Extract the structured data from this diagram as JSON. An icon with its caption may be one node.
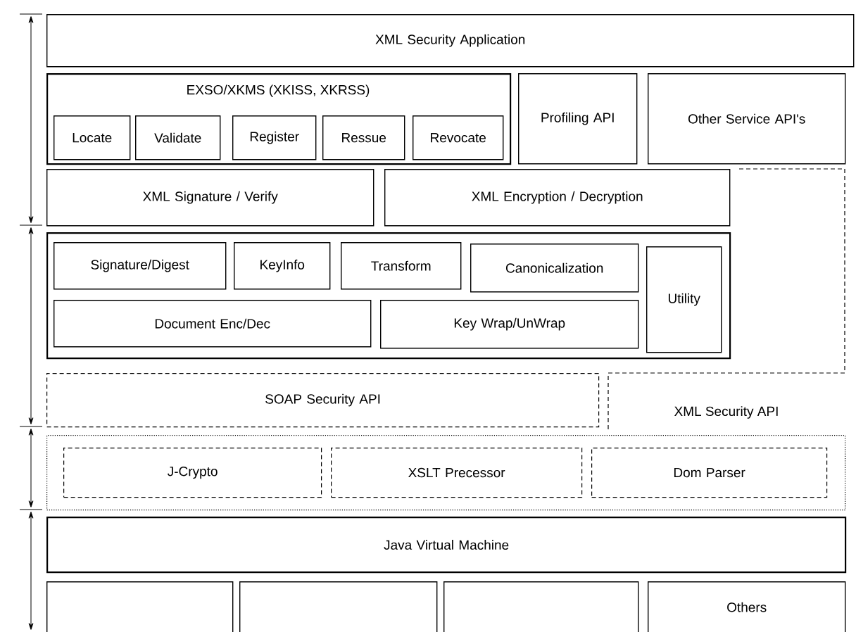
{
  "diagram": {
    "nodes": [
      {
        "text": [
          "XML Security Application"
        ]
      },
      {
        "text": [
          "EXSO/XKMS (XKISS, XKRSS)"
        ]
      },
      {
        "text": [
          "Locate"
        ],
        "in": 1
      },
      {
        "text": [
          "Validate"
        ],
        "in": 1
      },
      {
        "text": [
          "Register"
        ],
        "in": 1
      },
      {
        "text": [
          "Ressue"
        ],
        "in": 1
      },
      {
        "text": [
          "Revocate"
        ],
        "in": 1
      },
      {
        "text": [
          "Profiling API"
        ]
      },
      {
        "text": [
          "Other Service API's"
        ]
      },
      {
        "text": [
          "XML Signature / Verify"
        ]
      },
      {
        "text": [
          "XML Encryption / Decryption"
        ]
      },
      {
        "text": [],
        "shape": "box"
      },
      {
        "text": [
          "Signature/Digest"
        ],
        "in": 11
      },
      {
        "text": [
          "KeyInfo"
        ],
        "in": 11
      },
      {
        "text": [
          "Transform"
        ],
        "in": 11
      },
      {
        "text": [
          "Canonicalization"
        ],
        "in": 11
      },
      {
        "text": [
          "Utility"
        ],
        "in": 11
      },
      {
        "text": [
          "Document Enc/Dec"
        ],
        "in": 11
      },
      {
        "text": [
          "Key Wrap/UnWrap"
        ],
        "in": 11
      },
      {
        "text": [
          "SOAP Security API"
        ]
      },
      {
        "text": [
          "XML Security API"
        ]
      },
      {
        "text": [],
        "shape": "box"
      },
      {
        "text": [
          "J-Crypto"
        ],
        "in": 21
      },
      {
        "text": [
          "XSLT Precessor"
        ],
        "in": 21
      },
      {
        "text": [
          "Dom Parser"
        ],
        "in": 21
      },
      {
        "text": [
          "Java Virtual Machine"
        ]
      },
      {
        "text": [],
        "shape": "box"
      },
      {
        "text": [],
        "shape": "box"
      },
      {
        "text": [],
        "shape": "box"
      },
      {
        "text": [
          "Others"
        ]
      }
    ]
  }
}
